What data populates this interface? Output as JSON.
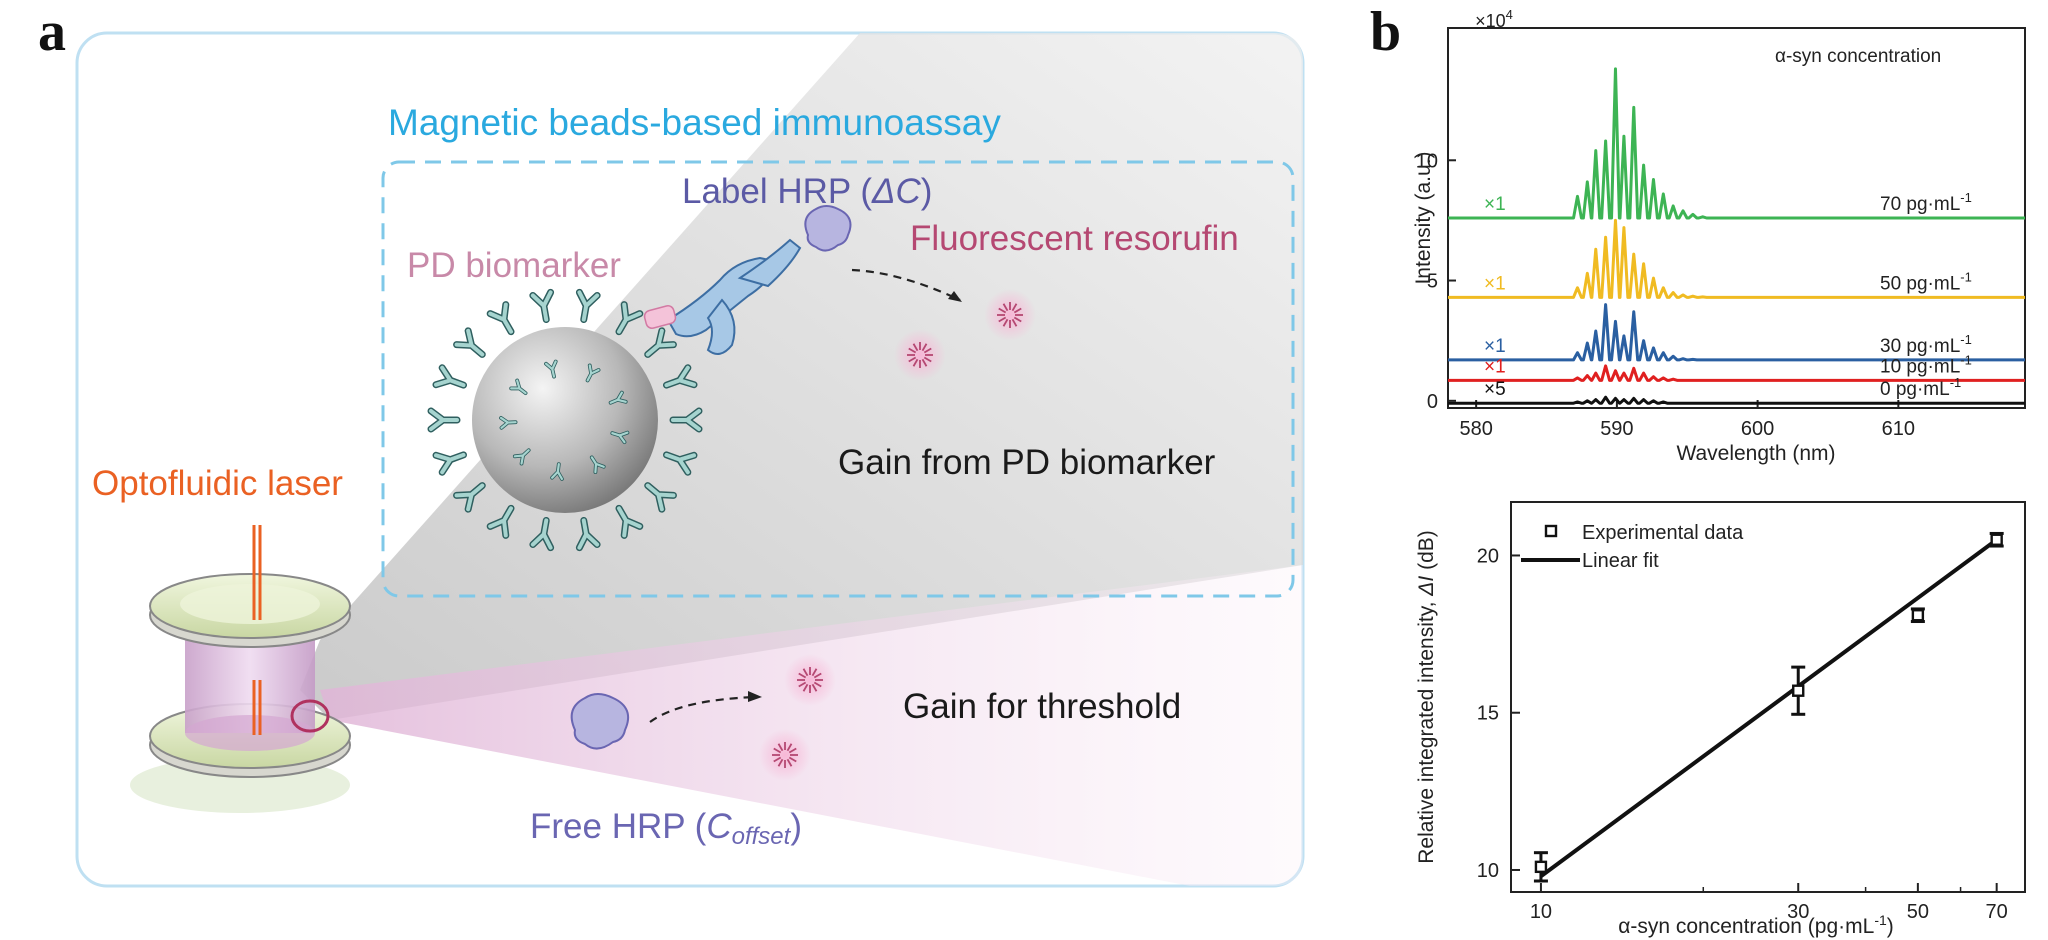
{
  "panel_a": {
    "letter": "a",
    "title": "Magnetic beads-based immunoassay",
    "label_hrp": "Label HRP (",
    "label_hrp_sym": "ΔC",
    "label_hrp_close": ")",
    "pd_biomarker": "PD biomarker",
    "fluorescent": "Fluorescent resorufin",
    "gain_pd": "Gain from PD biomarker",
    "optofluidic": "Optofluidic laser",
    "gain_threshold": "Gain for threshold",
    "free_hrp": "Free HRP (",
    "free_hrp_c": "C",
    "free_hrp_sub": "offset",
    "free_hrp_close": ")",
    "colors": {
      "title": "#2aa9df",
      "label_hrp": "#5b5aa5",
      "pd": "#c889a8",
      "fluor": "#b54872",
      "optofluidic": "#ea6123",
      "free_hrp": "#6a66b2",
      "frame": "#bfe0f2",
      "dashed": "#7fc8e8"
    }
  },
  "panel_b": {
    "letter": "b",
    "colors": {
      "s70": "#3db454",
      "s50": "#f0bb22",
      "s30": "#2a5fa1",
      "s10": "#e02020",
      "s0": "#111111"
    }
  },
  "chart_data": [
    {
      "type": "line",
      "exponent_label": "×10",
      "exponent_power": "4",
      "annotation": "α-syn concentration",
      "xlabel": "Wavelength (nm)",
      "ylabel": "Intensity (a.u.)",
      "xlim": [
        578,
        619
      ],
      "ylim": [
        -0.3,
        15.5
      ],
      "xticks": [
        580,
        590,
        600,
        610
      ],
      "yticks": [
        0,
        5,
        10
      ],
      "peaks_nm": [
        587.2,
        587.9,
        588.5,
        589.2,
        589.9,
        590.5,
        591.2,
        591.9,
        592.6,
        593.3,
        594.0,
        594.7,
        595.4,
        596.1
      ],
      "series": [
        {
          "name": "70 pg·mL",
          "unit_sup": "-1",
          "scale": "×1",
          "baseline": 7.6,
          "peak_heights": [
            0.9,
            1.5,
            2.8,
            3.2,
            6.2,
            3.4,
            4.6,
            2.2,
            1.6,
            1.0,
            0.5,
            0.3,
            0.15,
            0.05
          ]
        },
        {
          "name": "50 pg·mL",
          "unit_sup": "-1",
          "scale": "×1",
          "baseline": 4.3,
          "peak_heights": [
            0.4,
            1.0,
            2.0,
            2.5,
            3.2,
            2.9,
            1.8,
            1.4,
            0.8,
            0.4,
            0.2,
            0.1,
            0.05,
            0.02
          ]
        },
        {
          "name": "30 pg·mL",
          "unit_sup": "-1",
          "scale": "×1",
          "baseline": 1.7,
          "peak_heights": [
            0.3,
            0.7,
            1.2,
            2.3,
            1.6,
            1.0,
            2.0,
            0.8,
            0.5,
            0.3,
            0.15,
            0.05,
            0.02,
            0.0
          ]
        },
        {
          "name": "10 pg·mL",
          "unit_sup": "-1",
          "scale": "×1",
          "baseline": 0.85,
          "peak_heights": [
            0.1,
            0.2,
            0.3,
            0.6,
            0.4,
            0.3,
            0.5,
            0.3,
            0.15,
            0.1,
            0.05,
            0.0,
            0.0,
            0.0
          ]
        },
        {
          "name": "0 pg·mL",
          "unit_sup": "-1",
          "scale": "×5",
          "baseline": -0.1,
          "peak_heights": [
            0.05,
            0.1,
            0.15,
            0.25,
            0.2,
            0.15,
            0.2,
            0.15,
            0.1,
            0.05,
            0.0,
            0.0,
            0.0,
            0.0
          ]
        }
      ]
    },
    {
      "type": "scatter",
      "xlabel": "α-syn concentration (pg·mL",
      "xlabel_sup": "-1",
      "xlabel_close": ")",
      "ylabel": "Relative integrated intensity, ",
      "ylabel_sym": "ΔI",
      "ylabel_unit": " (dB)",
      "x_scale": "log",
      "xlim": [
        8.8,
        79
      ],
      "ylim": [
        9.3,
        21.7
      ],
      "xticks": [
        10,
        30,
        50,
        70
      ],
      "yticks": [
        10,
        15,
        20
      ],
      "legend": [
        {
          "marker": "square",
          "label": "Experimental data"
        },
        {
          "marker": "line",
          "label": "Linear fit"
        }
      ],
      "x": [
        10,
        30,
        50,
        70
      ],
      "y": [
        10.1,
        15.7,
        18.1,
        20.5
      ],
      "yerr": [
        0.45,
        0.75,
        0.2,
        0.2
      ],
      "fit": {
        "x": [
          10,
          70
        ],
        "y": [
          9.8,
          20.5
        ]
      }
    }
  ]
}
